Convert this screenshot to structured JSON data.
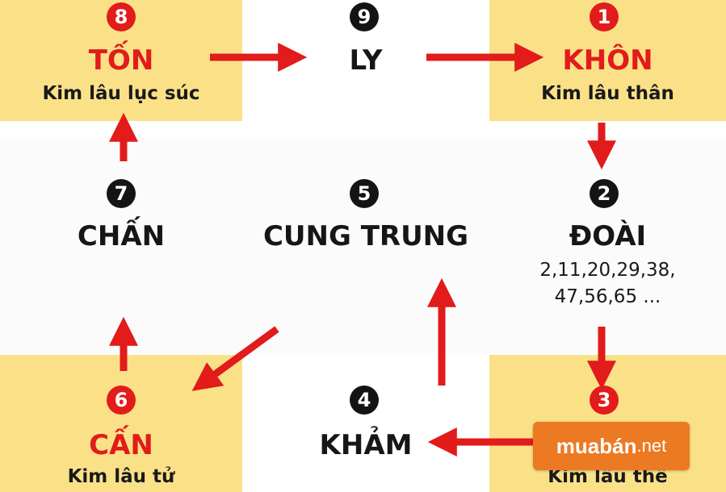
{
  "cells": {
    "ton": {
      "number": "8",
      "name": "TỐN",
      "subtitle": "Kim lâu lục súc"
    },
    "ly": {
      "number": "9",
      "name": "LY"
    },
    "khon": {
      "number": "1",
      "name": "KHÔN",
      "subtitle": "Kim lâu thân"
    },
    "chan": {
      "number": "7",
      "name": "CHẤN"
    },
    "cung_trung": {
      "number": "5",
      "name": "CUNG TRUNG"
    },
    "doai": {
      "number": "2",
      "name": "ĐOÀI",
      "ages_line1": "2,11,20,29,38,",
      "ages_line2": "47,56,65 ..."
    },
    "can": {
      "number": "6",
      "name": "CẤN",
      "subtitle": "Kim lâu tử"
    },
    "kham": {
      "number": "4",
      "name": "KHẢM"
    },
    "kham_right": {
      "number": "3",
      "subtitle": "Kim lâu thê"
    }
  },
  "watermark": {
    "brand": "muabán",
    "tld": ".net"
  },
  "colors": {
    "yellow_cell": "#fae188",
    "red": "#e21b1b",
    "black": "#141414",
    "logo": "#ec7a22"
  }
}
